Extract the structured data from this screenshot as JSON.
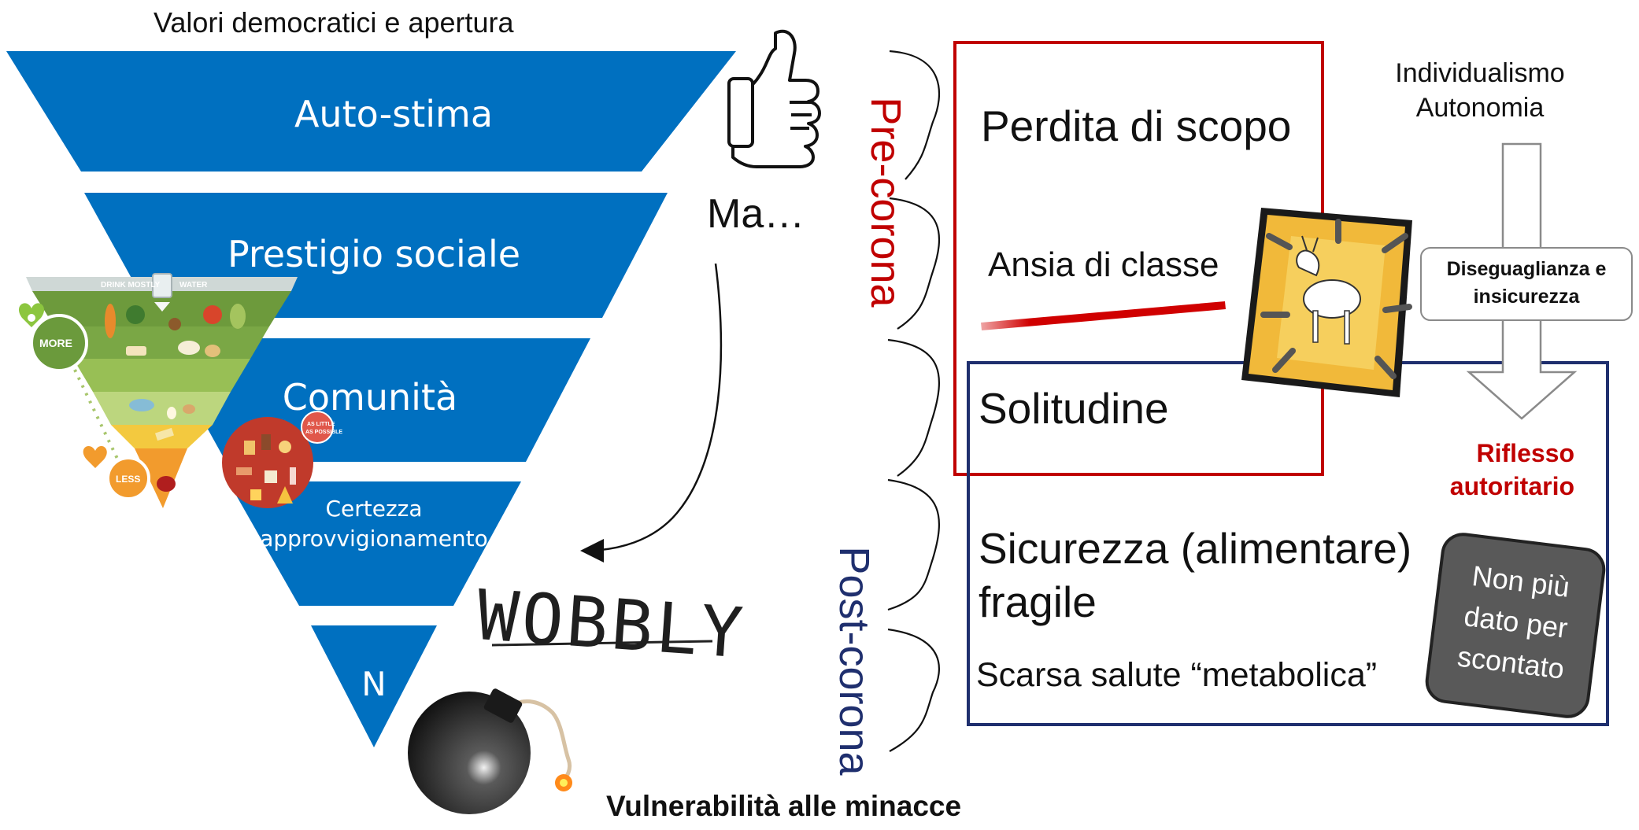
{
  "top_caption": "Valori democratici e apertura",
  "bottom_caption": "Vulnerabilità alle minacce",
  "pyramid": {
    "tiers": [
      "Auto-stima",
      "Prestigio sociale",
      "Comunità",
      "Certezza",
      "approvvigionamento",
      "N"
    ]
  },
  "ma_text": "Ma…",
  "wobbly_text": "WOBBLY",
  "labels": {
    "pre": "Pre-corona",
    "post": "Post-corona"
  },
  "boxes": {
    "perdita": "Perdita di scopo",
    "ansia": "Ansia di classe",
    "solitudine": "Solitudine",
    "sicurezza_1": "Sicurezza (alimentare)",
    "sicurezza_2": "fragile",
    "salute": "Scarsa salute “metabolica”"
  },
  "right_flow": {
    "line1": "Individualismo",
    "line2": "Autonomia",
    "disuguaglianza_1": "Diseguaglianza e",
    "disuguaglianza_2": "insicurezza",
    "riflesso_1": "Riflesso",
    "riflesso_2": "autoritario"
  },
  "badge": {
    "line1": "Non più",
    "line2": "dato per",
    "line3": "scontato"
  },
  "food_pyramid": {
    "top": "DRINK MOSTLY",
    "top2": "WATER",
    "more": "MORE",
    "less": "LESS",
    "little_1": "AS LITTLE",
    "little_2": "AS POSSIBLE"
  },
  "colors": {
    "tier_blue": "#0070c0",
    "pre_red": "#c00000",
    "post_navy": "#1f2f6e",
    "badge_gray": "#595959"
  }
}
